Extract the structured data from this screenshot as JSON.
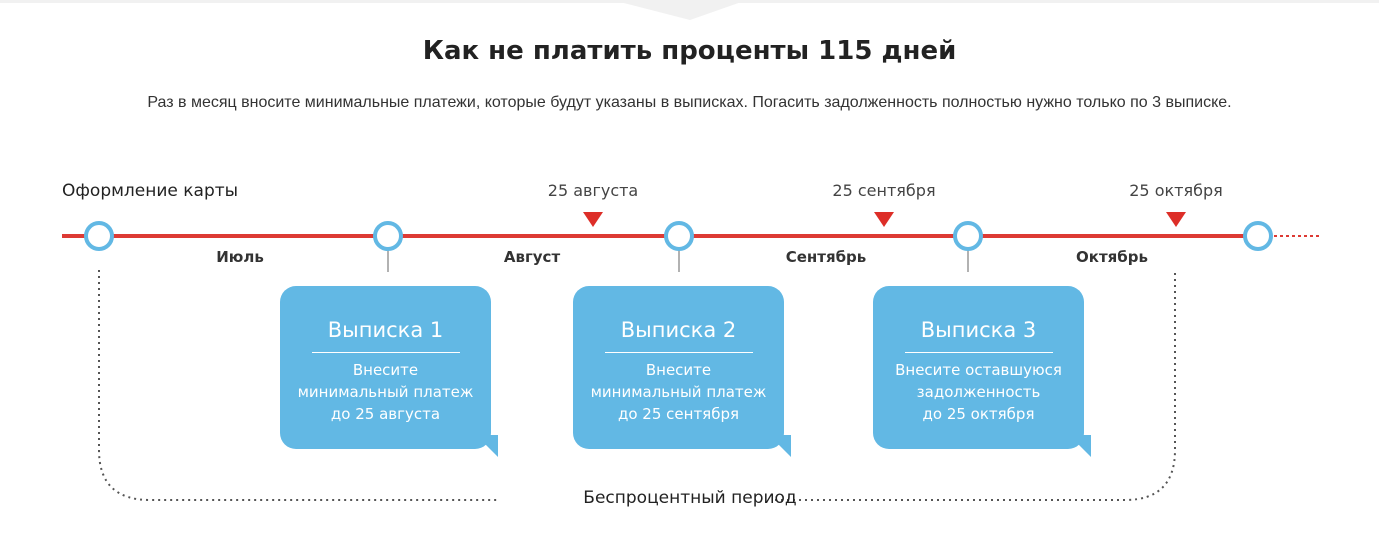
{
  "header": {
    "title": "Как не платить проценты 115 дней",
    "subtitle": "Раз в месяц вносите минимальные платежи, которые будут указаны в выписках. Погасить задолженность полностью нужно только по 3 выписке."
  },
  "timeline": {
    "start_label": "Оформление карты",
    "dates": [
      "25 августа",
      "25 сентября",
      "25 октября"
    ],
    "months": [
      "Июль",
      "Август",
      "Сентябрь",
      "Октябрь"
    ],
    "period_label": "Беспроцентный период"
  },
  "statements": [
    {
      "title": "Выписка 1",
      "lines": [
        "Внесите",
        "минимальный платеж",
        "до 25 августа"
      ]
    },
    {
      "title": "Выписка 2",
      "lines": [
        "Внесите",
        "минимальный платеж",
        "до 25 сентября"
      ]
    },
    {
      "title": "Выписка 3",
      "lines": [
        "Внесите оставшуюся",
        "задолженность",
        "до 25 октября"
      ]
    }
  ],
  "colors": {
    "timeline_line": "#dd3a34",
    "marker": "#dd2e28",
    "node_ring": "#62b8e4",
    "bubble": "#62b8e4",
    "dotted_path": "#555555"
  }
}
